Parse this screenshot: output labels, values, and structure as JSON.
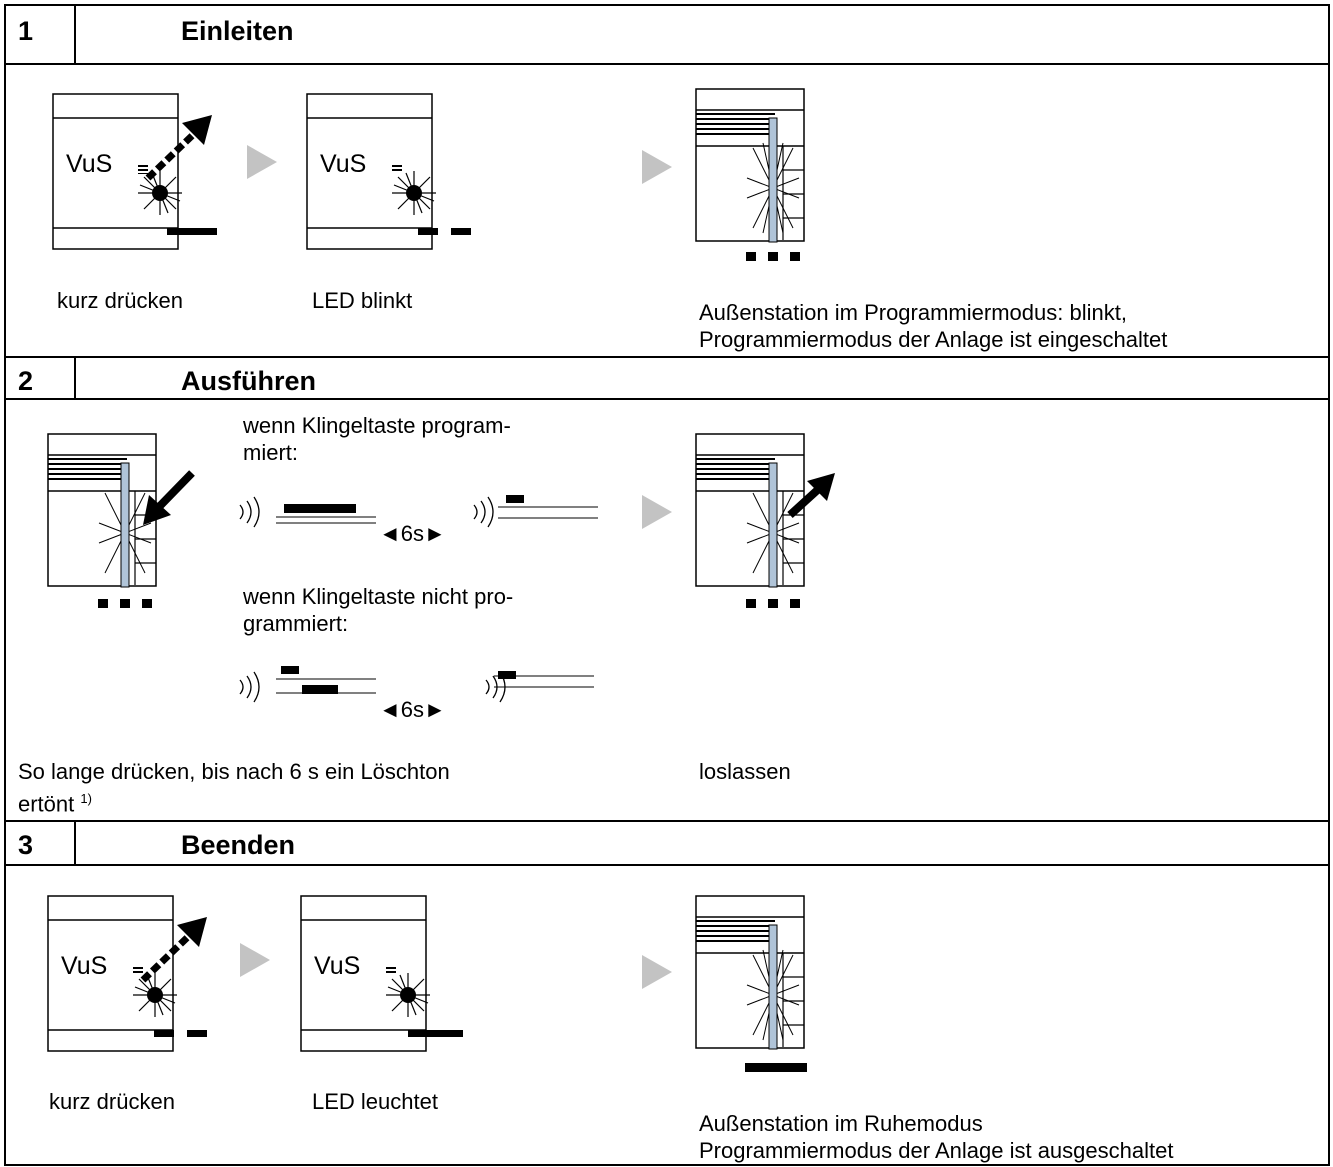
{
  "sections": [
    {
      "number": "1",
      "title": "Einleiten",
      "device_label_1": "VuS",
      "device_label_2": "VuS",
      "caption_1": "kurz drücken",
      "caption_2": "LED blinkt",
      "result_line_1": "Außenstation im Programmiermodus: blinkt,",
      "result_line_2": "Programmiermodus der Anlage ist eingeschaltet"
    },
    {
      "number": "2",
      "title": "Ausführen",
      "case_1_line_1": "wenn Klingeltaste program-",
      "case_1_line_2": "miert:",
      "case_1_timer": "◄6s►",
      "case_2_line_1": "wenn Klingeltaste nicht pro-",
      "case_2_line_2": "grammiert:",
      "case_2_timer": "◄6s►",
      "caption_left_line_1": "So lange drücken, bis nach 6 s ein Löschton",
      "caption_left_line_2": "ertönt",
      "footnote_mark": "1)",
      "caption_right": "loslassen"
    },
    {
      "number": "3",
      "title": "Beenden",
      "device_label_1": "VuS",
      "device_label_2": "VuS",
      "caption_1": "kurz drücken",
      "caption_2": "LED leuchtet",
      "result_line_1": "Außenstation im Ruhemodus",
      "result_line_2": "Programmiermodus der Anlage ist ausgeschaltet"
    }
  ]
}
